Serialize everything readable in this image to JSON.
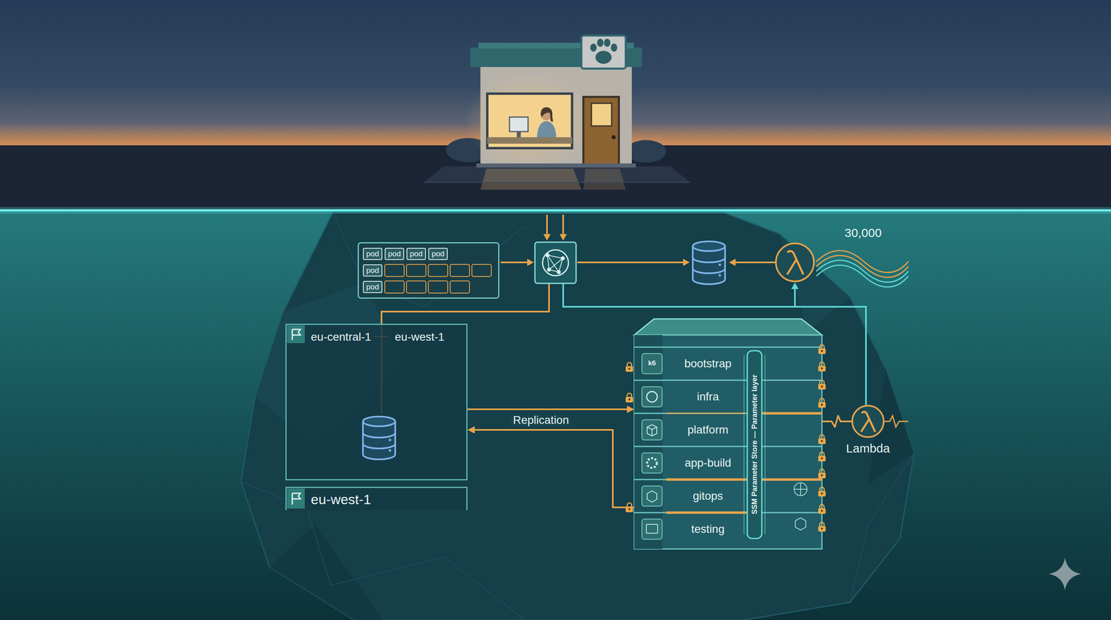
{
  "diagram": {
    "nodes": [
      {
        "text": [
          "pod",
          "pod",
          "pod",
          "pod",
          "pod",
          "pod"
        ]
      },
      {
        "text": [
          "eu-central-1",
          "eu-west-1"
        ]
      },
      {
        "text": [
          "eu-west-1"
        ]
      },
      {
        "text": [
          "SSM Parameter Store — Parameter layer"
        ]
      },
      {
        "text": [
          "bootstrap"
        ],
        "in": 3
      },
      {
        "text": [
          "infra"
        ],
        "in": 3
      },
      {
        "text": [
          "platform"
        ],
        "in": 3
      },
      {
        "text": [
          "app-build"
        ],
        "in": 3
      },
      {
        "text": [
          "gitops"
        ],
        "in": 3
      },
      {
        "text": [
          "testing"
        ],
        "in": 3
      },
      {
        "text": [
          "Lambda"
        ]
      }
    ],
    "edges": [
      {
        "from": 1,
        "to": 3,
        "arrow": "to",
        "label": "Replication"
      },
      {
        "from": 3,
        "to": 1,
        "arrow": "to"
      },
      {
        "from": 10,
        "to": 3,
        "arrow": "none"
      }
    ],
    "labels": [
      "30,000",
      "k6"
    ]
  }
}
